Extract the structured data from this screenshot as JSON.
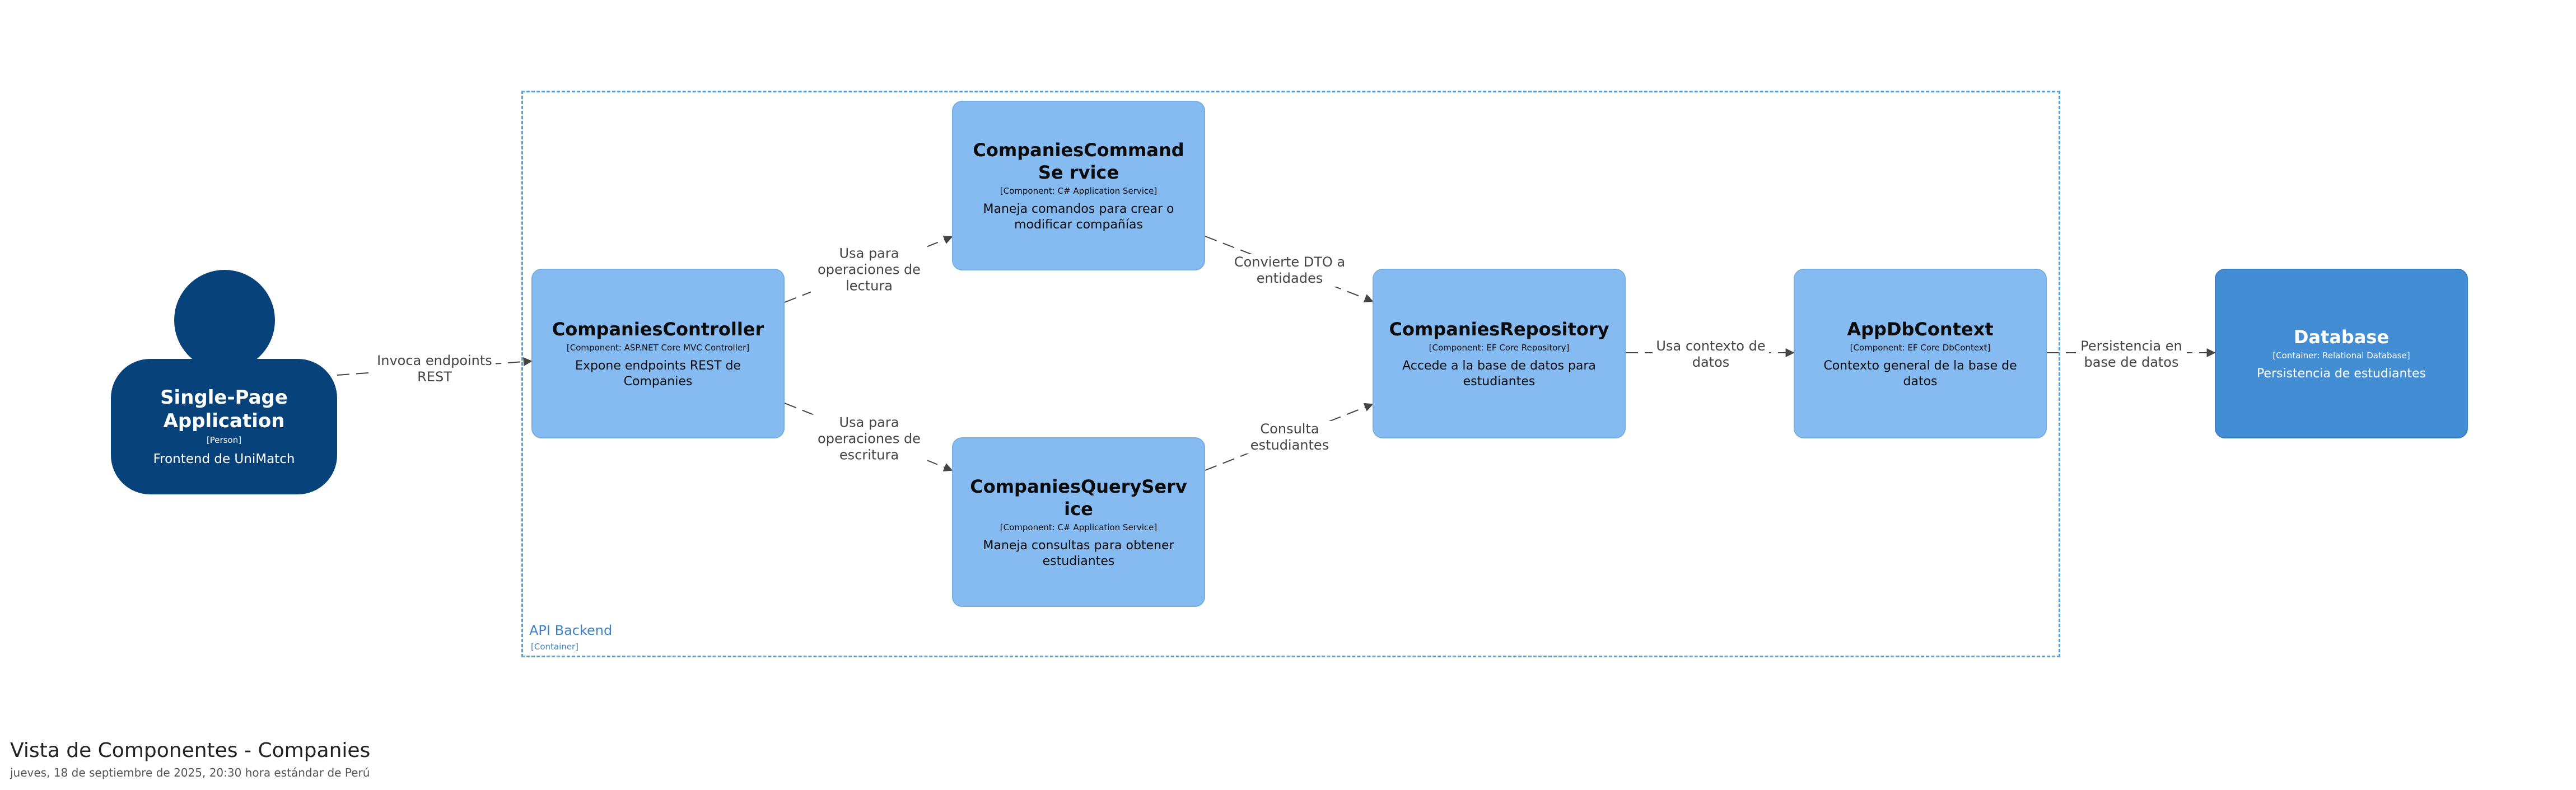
{
  "diagram": {
    "boundary": {
      "name": "API Backend",
      "technology": "[Container]"
    },
    "person": {
      "name": "Single-Page Application",
      "technology": "[Person]",
      "description": "Frontend de UniMatch"
    },
    "components": {
      "controller": {
        "name": "CompaniesController",
        "technology": "[Component: ASP.NET Core MVC Controller]",
        "description": "Expone endpoints REST de Companies"
      },
      "command_service": {
        "name": "CompaniesCommandSe rvice",
        "technology": "[Component: C# Application Service]",
        "description": "Maneja comandos para crear o modificar compañías"
      },
      "query_service": {
        "name": "CompaniesQueryService",
        "technology": "[Component: C# Application Service]",
        "description": "Maneja consultas para obtener estudiantes"
      },
      "repository": {
        "name": "CompaniesRepository",
        "technology": "[Component: EF Core Repository]",
        "description": "Accede a la base de datos para estudiantes"
      },
      "db_context": {
        "name": "AppDbContext",
        "technology": "[Component: EF Core DbContext]",
        "description": "Contexto general de la base de datos"
      }
    },
    "database": {
      "name": "Database",
      "technology": "[Container: Relational Database]",
      "description": "Persistencia de estudiantes"
    },
    "relationships": {
      "spa_to_controller": "Invoca endpoints REST",
      "controller_to_command": "Usa para operaciones de lectura",
      "controller_to_query": "Usa para operaciones de escritura",
      "command_to_repository": "Convierte DTO a entidades",
      "query_to_repository": "Consulta estudiantes",
      "repository_to_context": "Usa contexto de datos",
      "context_to_database": "Persistencia en base de datos"
    }
  },
  "footer": {
    "title": "Vista de Componentes - Companies",
    "timestamp": "jueves, 18 de septiembre de 2025, 20:30 hora estándar de Perú"
  },
  "colors": {
    "person": "#08427b",
    "component": "#85bbf0",
    "container": "#438dd5",
    "boundary": "#5a9fd6",
    "arrow": "#444444"
  }
}
